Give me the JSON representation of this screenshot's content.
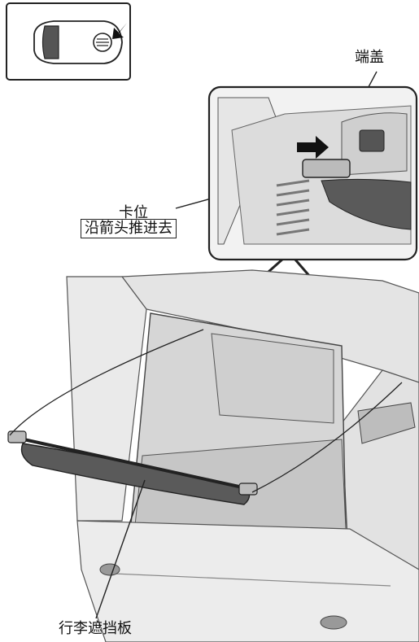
{
  "labels": {
    "end_cap": "端盖",
    "latch": "卡位",
    "push_instruction": "沿箭头推进去",
    "cargo_cover": "行李遮挡板"
  },
  "colors": {
    "line": "#222222",
    "body_fill": "#eeeeee",
    "shadow_fill": "#c8c8c8",
    "cover_fill": "#5a5a5a",
    "arrow_fill": "#111111"
  },
  "icons": [
    "car-top-view-icon",
    "push-arrow-icon"
  ]
}
